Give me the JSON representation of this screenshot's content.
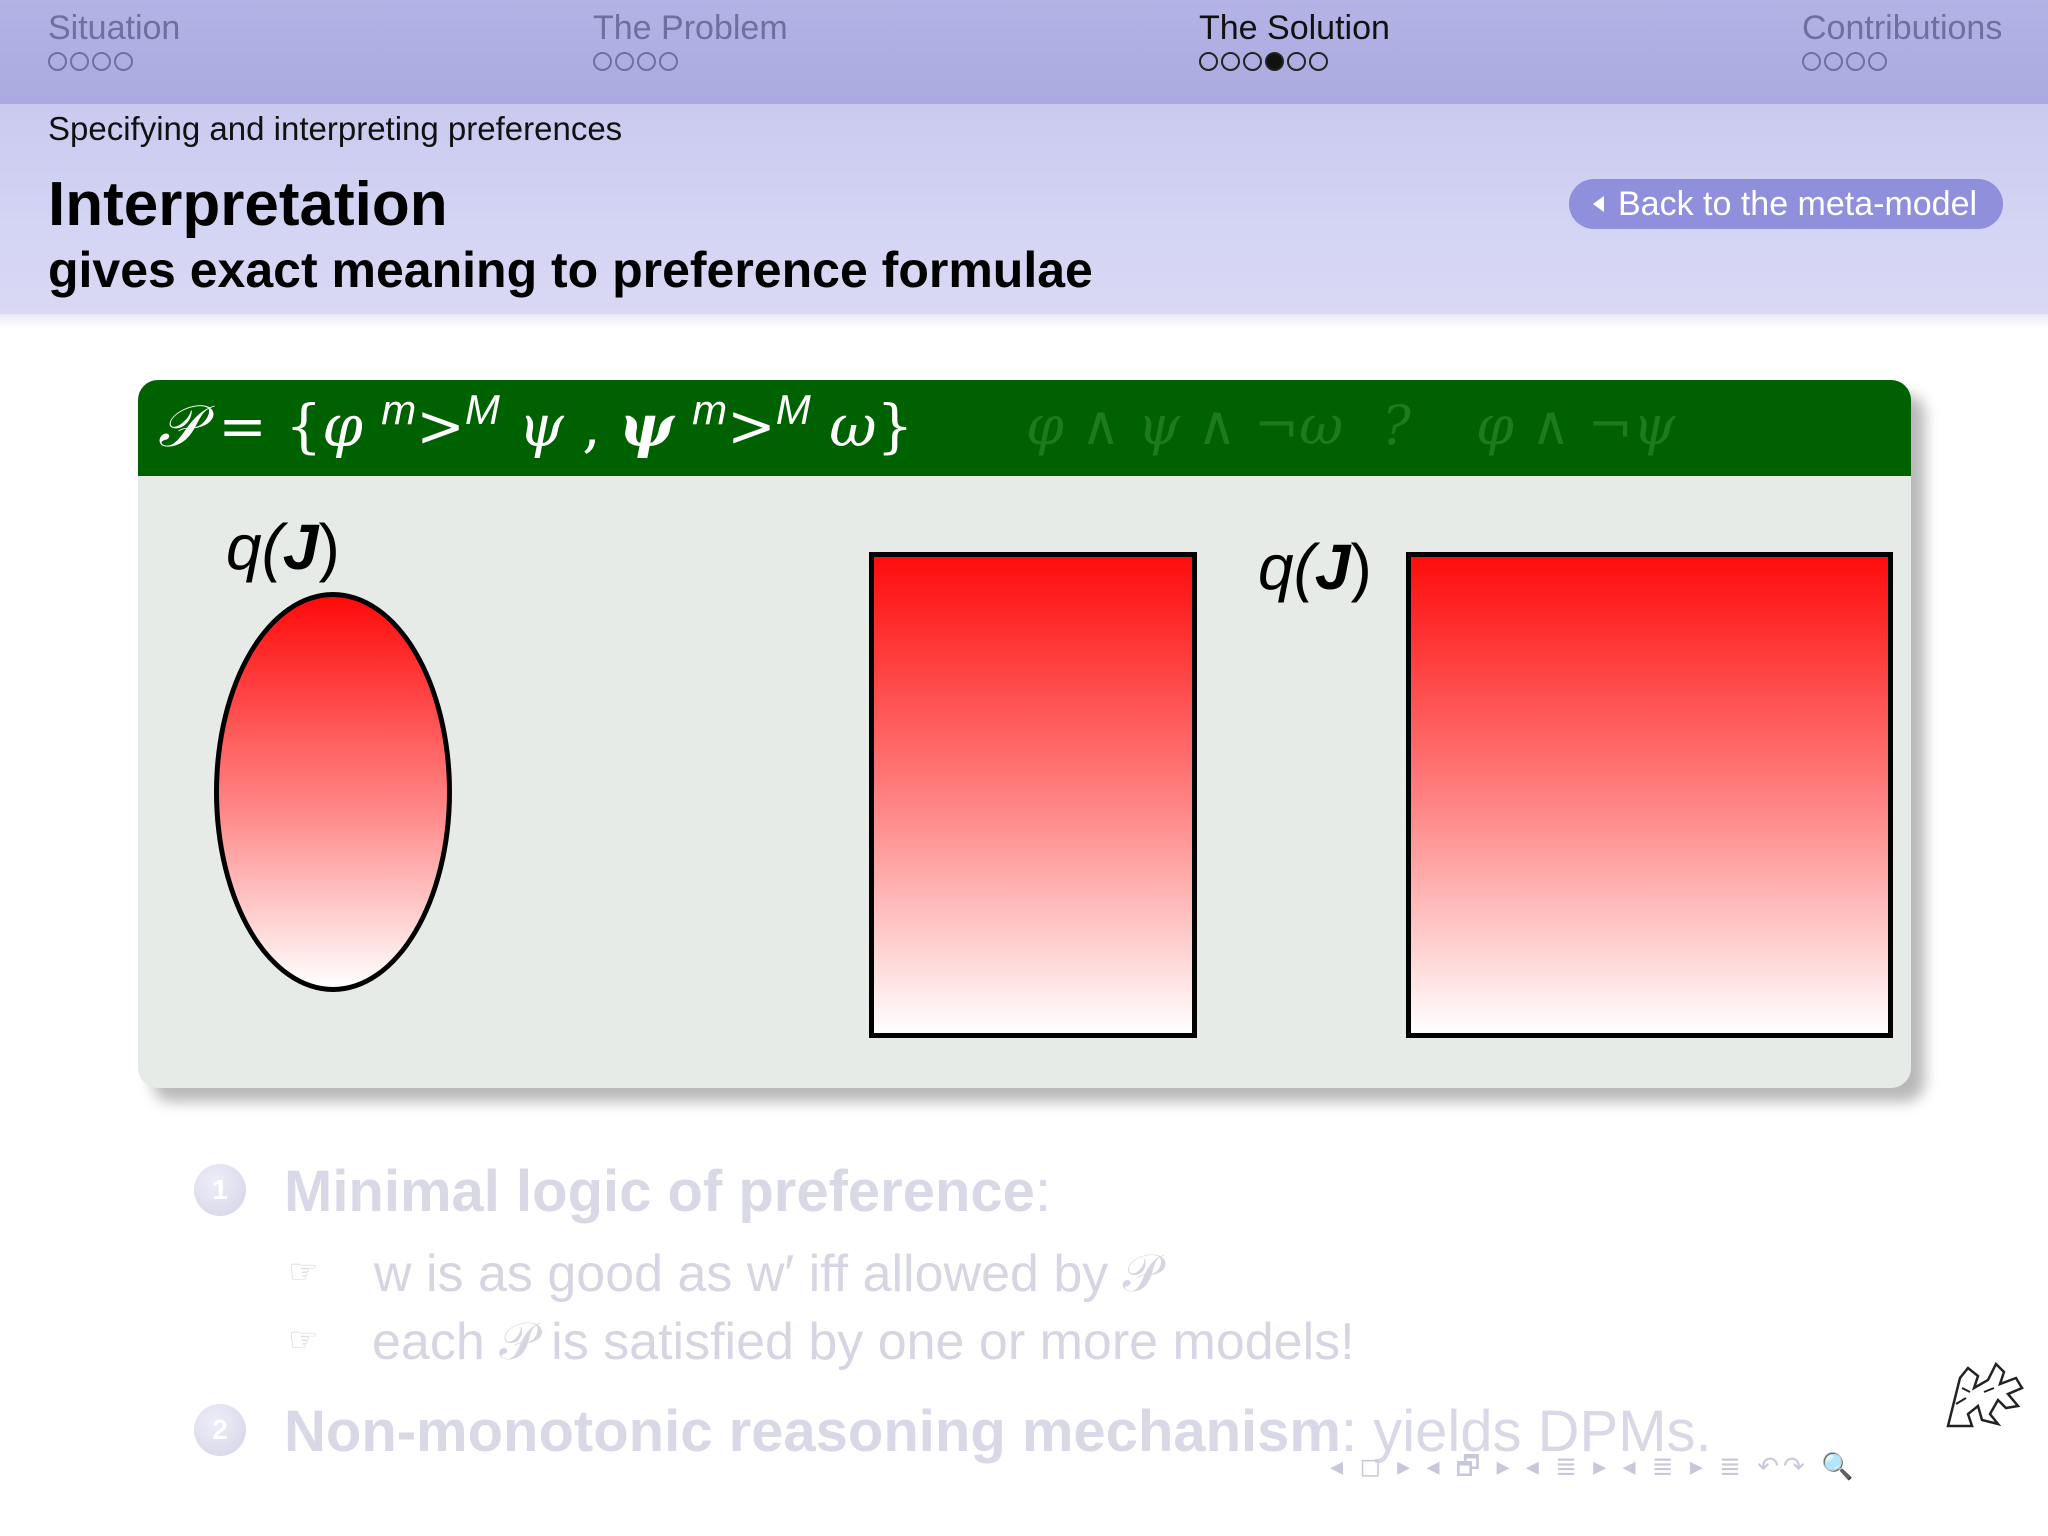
{
  "nav": {
    "sections": [
      {
        "title": "Situation",
        "dots": 4,
        "current": -1
      },
      {
        "title": "The Problem",
        "dots": 4,
        "current": -1
      },
      {
        "title": "The Solution",
        "dots": 6,
        "current": 3
      },
      {
        "title": "Contributions",
        "dots": 4,
        "current": -1
      }
    ],
    "active_section": 2
  },
  "header": {
    "subsection": "Specifying and interpreting preferences",
    "title": "Interpretation",
    "subtitle": "gives exact meaning to preference formulae",
    "back_button": "Back to the meta-model"
  },
  "block": {
    "formula_P": "𝒫",
    "formula_eq": " = {",
    "phi": "φ",
    "m": "m",
    "M": "M",
    "gt": ">",
    "psi": "ψ",
    "comma": " , ",
    "psi2": "ψ",
    "omega": "ω",
    "close": "}",
    "ghost1": "φ ∧ ψ ∧ ¬ω",
    "ghost_q": "?",
    "ghost2": "φ ∧ ¬ψ",
    "q_label_1": "q(",
    "q_J_1": "J",
    "q_close_1": ")",
    "q_label_2": "q(",
    "q_J_2": "J",
    "q_close_2": ")"
  },
  "items": [
    {
      "number": "1",
      "bold": "Minimal logic of preference",
      "rest": ":",
      "subitems": [
        {
          "hand": "☞",
          "text": "w is as good as w′ iff allowed by 𝒫"
        },
        {
          "hand": "☞",
          "text": "each 𝒫 is satisfied by one or more models!"
        }
      ]
    },
    {
      "number": "2",
      "bold": "Non-monotonic reasoning mechanism",
      "rest": ": yields DPMs."
    }
  ],
  "navsymbols": "◂ ◻ ▸ ◂ 🗗 ▸ ◂ ≣ ▸ ◂ ≣ ▸   ≣   ↶↷ 🔍"
}
